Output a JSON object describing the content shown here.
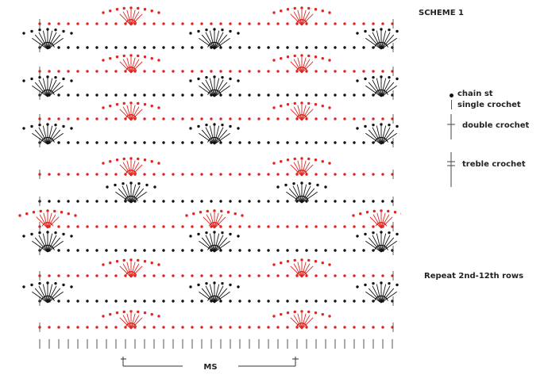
{
  "scheme_title": "SCHEME 1",
  "legend": {
    "chain": "chain st",
    "single": "single crochet",
    "double": "double crochet",
    "treble": "treble crochet"
  },
  "repeat_note": "Repeat 2nd-12th rows",
  "ms_label": "MS",
  "colors": {
    "red": "#e0241f",
    "black": "#111111",
    "gray": "#555555"
  }
}
